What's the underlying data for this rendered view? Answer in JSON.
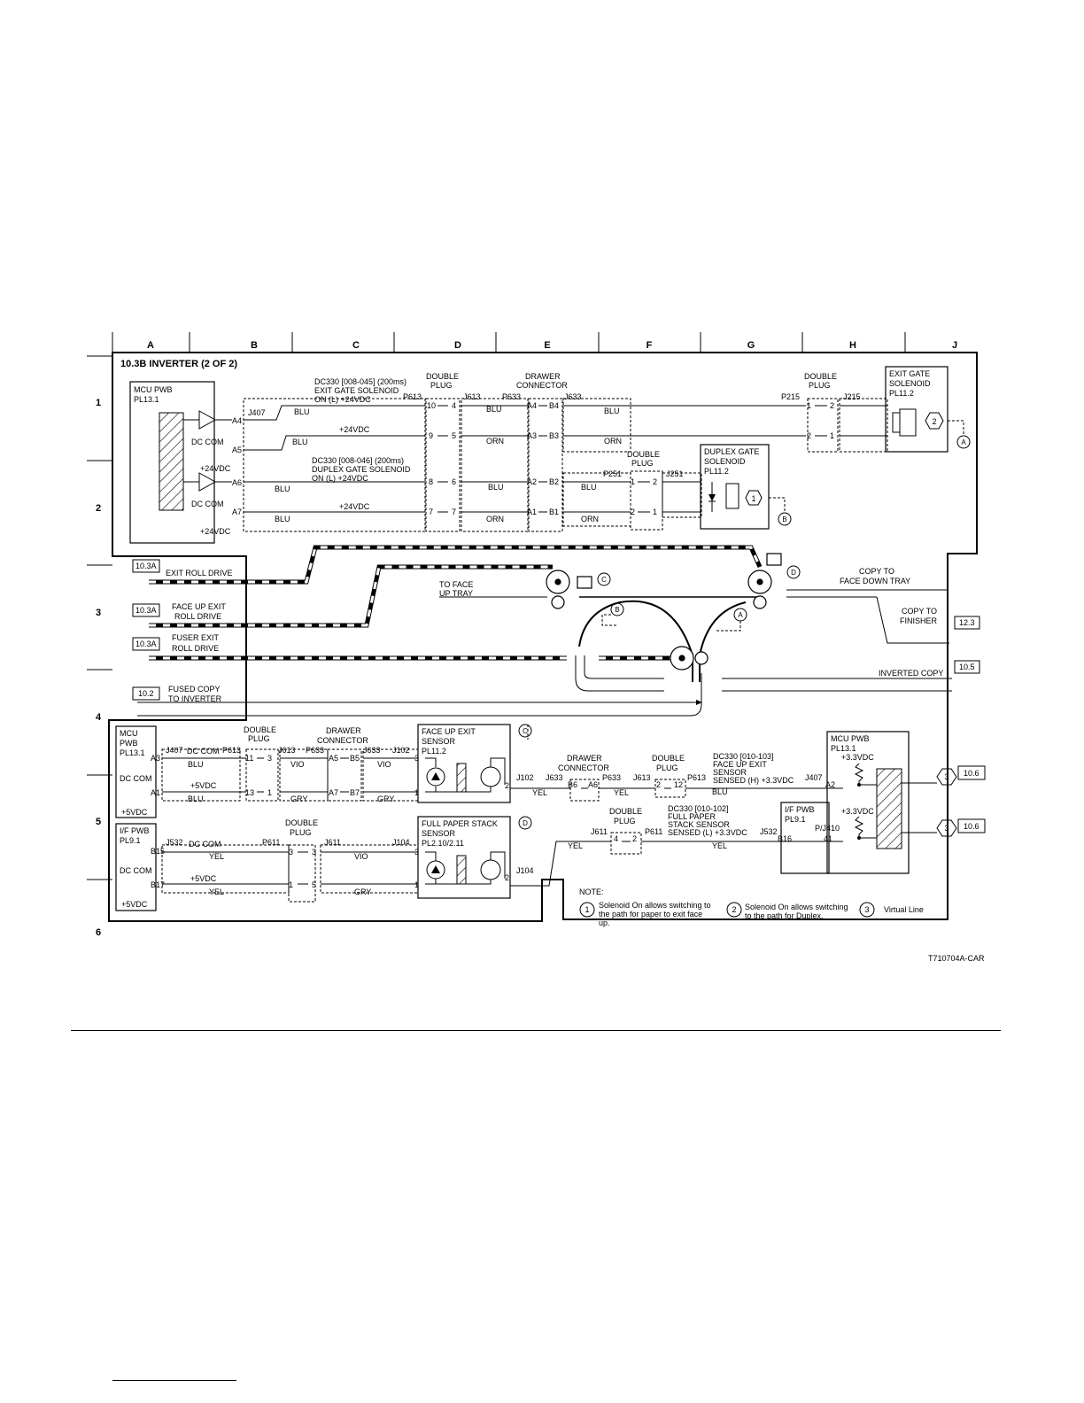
{
  "title": "10.3B INVERTER (2 OF 2)",
  "columns": [
    "A",
    "B",
    "C",
    "D",
    "E",
    "F",
    "G",
    "H",
    "J"
  ],
  "rows": [
    "1",
    "2",
    "3",
    "4",
    "5",
    "6"
  ],
  "figure_id": "T710704A-CAR",
  "blocks": {
    "mcu_top": [
      "MCU PWB",
      "PL13.1"
    ],
    "exit_gate": [
      "EXIT GATE",
      "SOLENOID",
      "PL11.2"
    ],
    "duplex_gate": [
      "DUPLEX GATE",
      "SOLENOID",
      "PL11.2"
    ],
    "face_up_sensor": [
      "FACE UP EXIT",
      "SENSOR",
      "PL11.2"
    ],
    "full_stack_sensor": [
      "FULL PAPER STACK",
      "SENSOR",
      "PL2.10/2.11"
    ],
    "mcu_lower_left": [
      "MCU",
      "PWB",
      "PL13.1"
    ],
    "if_lower_left": [
      "I/F PWB",
      "PL9.1"
    ],
    "mcu_right": [
      "MCU PWB",
      "PL13.1"
    ],
    "if_right": [
      "I/F PWB",
      "PL9.1"
    ]
  },
  "signals": {
    "exit_gate_sig": [
      "DC330 [008-045] (200ms)",
      "EXIT GATE SOLENOID",
      "ON (L) +24VDC"
    ],
    "duplex_gate_sig": [
      "DC330 [008-046] (200ms)",
      "DUPLEX GATE SOLENOID",
      "ON (L) +24VDC"
    ],
    "face_up_sig": [
      "DC330 [010-103]",
      "FACE UP EXIT",
      "SENSOR",
      "SENSED (H) +3.3VDC"
    ],
    "full_stack_sig": [
      "DC330 [010-102]",
      "FULL PAPER",
      "STACK SENSOR",
      "SENSED (L) +3.3VDC"
    ]
  },
  "labels": {
    "double_plug": [
      "DOUBLE",
      "PLUG"
    ],
    "drawer_connector": [
      "DRAWER",
      "CONNECTOR"
    ],
    "dc_com": "DC COM",
    "v24": "+24VDC",
    "v5": "+5VDC",
    "v33": "+3.3VDC",
    "blu": "BLU",
    "orn": "ORN",
    "vio": "VIO",
    "gry": "GRY",
    "yel": "YEL",
    "j407": "J407",
    "p613": "P613",
    "j613": "J613",
    "p633": "P633",
    "j633": "J633",
    "p215": "P215",
    "j215": "J215",
    "p251": "P251",
    "j251": "J251",
    "j102": "J102",
    "j104": "J104",
    "j532": "J532",
    "p611": "P611",
    "j611": "J611",
    "pj410": "P/J410",
    "a3": "A3",
    "a1": "A1",
    "a4": "A4",
    "a5": "A5",
    "a6": "A6",
    "a7": "A7",
    "a2": "A2",
    "a3b": "A3",
    "a5b": "A5",
    "a1b": "A1",
    "a7b": "A7",
    "a4b": "A4",
    "a6b": "A6",
    "b1": "B1",
    "b2": "B2",
    "b3": "B3",
    "b4": "B4",
    "b5": "B5",
    "b6": "B6",
    "b7": "B7",
    "b15": "B15",
    "b16": "B16",
    "b17": "B17",
    "pin41": "41",
    "n1": "1",
    "n2": "2",
    "n3": "3",
    "n4": "4",
    "n5": "5",
    "n6": "6",
    "n7": "7",
    "n8": "8",
    "n9": "9",
    "n10": "10",
    "n11": "11",
    "n12": "12",
    "n13": "13"
  },
  "paper_path": {
    "exit_roll_drive": "EXIT ROLL DRIVE",
    "face_up_exit_roll_drive": [
      "FACE UP EXIT",
      "ROLL DRIVE"
    ],
    "fuser_exit_roll_drive": [
      "FUSER EXIT",
      "ROLL DRIVE"
    ],
    "fused_copy": [
      "FUSED COPY",
      "TO INVERTER"
    ],
    "to_face_up_tray": [
      "TO FACE",
      "UP TRAY"
    ],
    "copy_to_face_down": [
      "COPY TO",
      "FACE DOWN TRAY"
    ],
    "copy_to_finisher": [
      "COPY TO",
      "FINISHER"
    ],
    "inverted_copy": "INVERTED COPY"
  },
  "refs": {
    "r103a": "10.3A",
    "r102": "10.2",
    "r123": "12.3",
    "r105": "10.5",
    "r106": "10.6"
  },
  "markers": {
    "a": "A",
    "b": "B",
    "c": "C",
    "d": "D",
    "one": "1",
    "two": "2",
    "three": "3"
  },
  "notes": {
    "heading": "NOTE:",
    "note1": [
      "Solenoid On allows switching to",
      "the path for paper to exit face",
      "up."
    ],
    "note2": [
      "Solenoid On allows switching",
      "to the path for Duplex."
    ],
    "note3": "Virtual Line"
  }
}
